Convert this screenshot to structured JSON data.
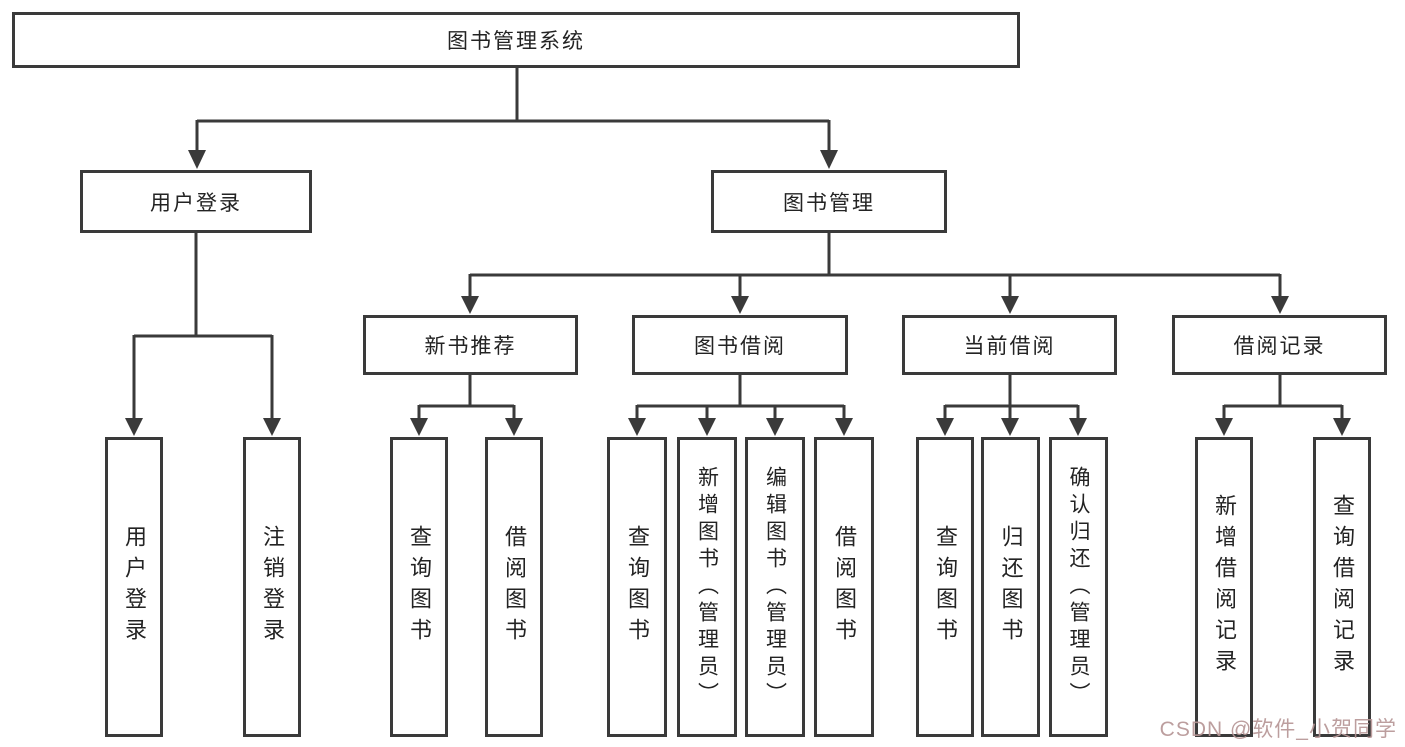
{
  "tree": {
    "root": "图书管理系统",
    "branches": [
      {
        "label": "用户登录",
        "children": [
          {
            "label": "用户登录"
          },
          {
            "label": "注销登录"
          }
        ]
      },
      {
        "label": "图书管理",
        "children": [
          {
            "label": "新书推荐",
            "children": [
              {
                "label": "查询图书"
              },
              {
                "label": "借阅图书"
              }
            ]
          },
          {
            "label": "图书借阅",
            "children": [
              {
                "label": "查询图书"
              },
              {
                "label": "新增图书（管理员）"
              },
              {
                "label": "编辑图书（管理员）"
              },
              {
                "label": "借阅图书"
              }
            ]
          },
          {
            "label": "当前借阅",
            "children": [
              {
                "label": "查询图书"
              },
              {
                "label": "归还图书"
              },
              {
                "label": "确认归还（管理员）"
              }
            ]
          },
          {
            "label": "借阅记录",
            "children": [
              {
                "label": "新增借阅记录"
              },
              {
                "label": "查询借阅记录"
              }
            ]
          }
        ]
      }
    ]
  },
  "watermark": {
    "text": "CSDN @软件_小贺同学",
    "color": "#b69696"
  },
  "colors": {
    "line": "#3a3a3a",
    "box_border": "#3a3a3a",
    "text": "#232323",
    "background": "#ffffff"
  }
}
